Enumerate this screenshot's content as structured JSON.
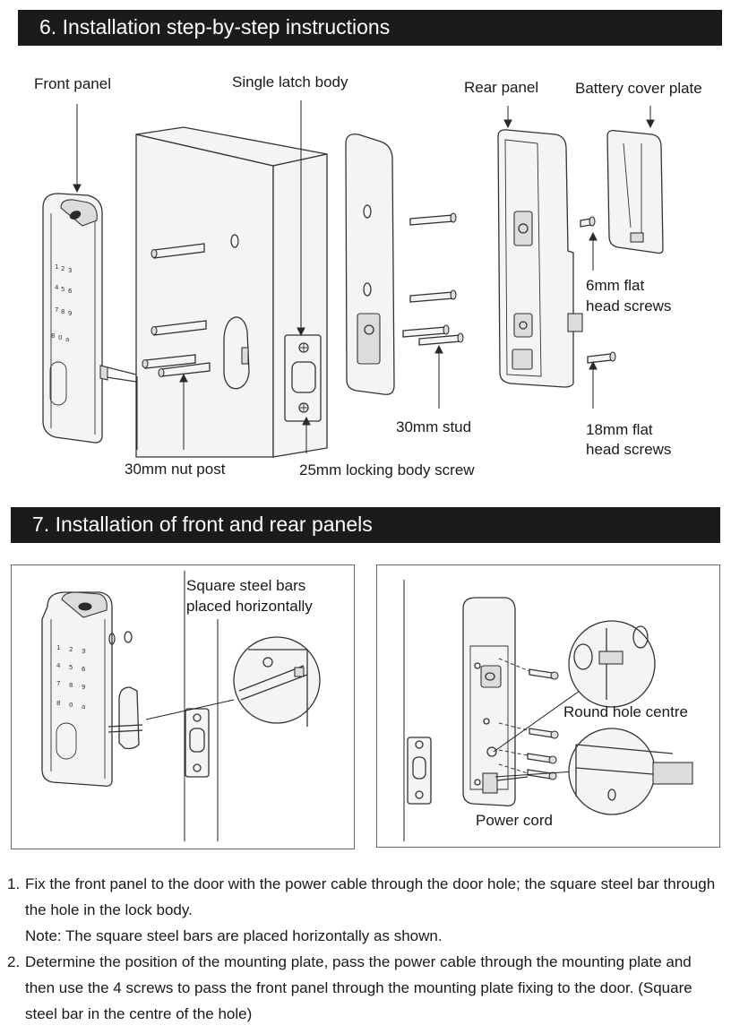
{
  "section6": {
    "title": "6. Installation step-by-step instructions",
    "callouts": {
      "front_panel": "Front panel",
      "single_latch_body": "Single latch body",
      "rear_panel": "Rear panel",
      "battery_cover_plate": "Battery cover plate",
      "six_mm_line1": "6mm flat",
      "six_mm_line2": "head screws",
      "thirty_mm_stud": "30mm stud",
      "eighteen_mm_line1": "18mm flat",
      "eighteen_mm_line2": "head screws",
      "thirty_mm_nut_post": "30mm nut post",
      "locking_body_screw": "25mm locking body screw"
    }
  },
  "section7": {
    "title": "7. Installation of front and rear panels",
    "left_callout_line1": "Square steel bars",
    "left_callout_line2": "placed horizontally",
    "round_hole_centre": "Round hole centre",
    "power_cord": "Power cord"
  },
  "keypad": {
    "rows": [
      [
        "1",
        "2",
        "3"
      ],
      [
        "4",
        "5",
        "6"
      ],
      [
        "7",
        "8",
        "9"
      ],
      [
        "8",
        "0",
        "a"
      ]
    ]
  },
  "instructions": {
    "step1_number": "1.",
    "step1_text": "Fix the front panel to the door with the power cable through the door hole; the square steel bar through the hole in the lock body.",
    "step1_note": "Note: The square steel bars are placed horizontally as shown.",
    "step2_number": "2.",
    "step2_text": "Determine the position of the mounting plate, pass the power cable through the mounting plate and then use the 4 screws to pass the front panel through the mounting plate fixing to the door. (Square steel bar in the centre of the hole)"
  }
}
